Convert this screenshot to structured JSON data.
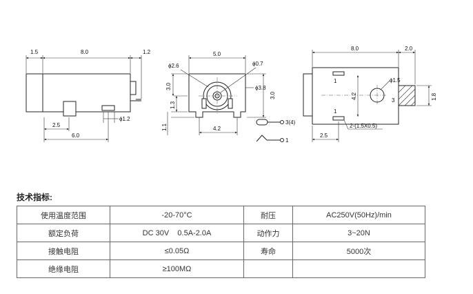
{
  "diagram": {
    "side_view": {
      "dims": {
        "left": "1.5",
        "body": "8.0",
        "right": "1.2",
        "pin_gap": "2.5",
        "pin_total": "6.0",
        "pin_dia": "ϕ1.2"
      }
    },
    "front_view": {
      "dims": {
        "width": "5.0",
        "hole_outer": "ϕ2.6",
        "hole_inner": "ϕ0.7",
        "pin_hole": "ϕ3.8",
        "height_left": "3.0",
        "height_right": "3.0",
        "lower": "1.3",
        "base": "1.1",
        "pin_span": "4.2"
      }
    },
    "schematic": {
      "pin_a": "3(4)",
      "pin_b": "1"
    },
    "top_view": {
      "dims": {
        "body": "8.0",
        "extension": "2.0",
        "pin_space": "4.2",
        "hole_dia": "ϕ1.5",
        "plug_height": "1.8",
        "bottom": "2.5",
        "slot_note": "2-(1.5X0.5)"
      },
      "pin_labels": [
        "1",
        "1",
        "3"
      ]
    }
  },
  "spec": {
    "title": "技术指标:",
    "rows": [
      [
        "使用温度范围",
        "-20-70°C",
        "耐压",
        "AC250V(50Hz)/min"
      ],
      [
        "额定负荷",
        "DC 30V    0.5A-2.0A",
        "动作力",
        "3~20N"
      ],
      [
        "接触电阻",
        "≤0.05Ω",
        "寿命",
        "5000次"
      ],
      [
        "绝缘电阻",
        "≥100MΩ",
        "",
        ""
      ]
    ]
  }
}
